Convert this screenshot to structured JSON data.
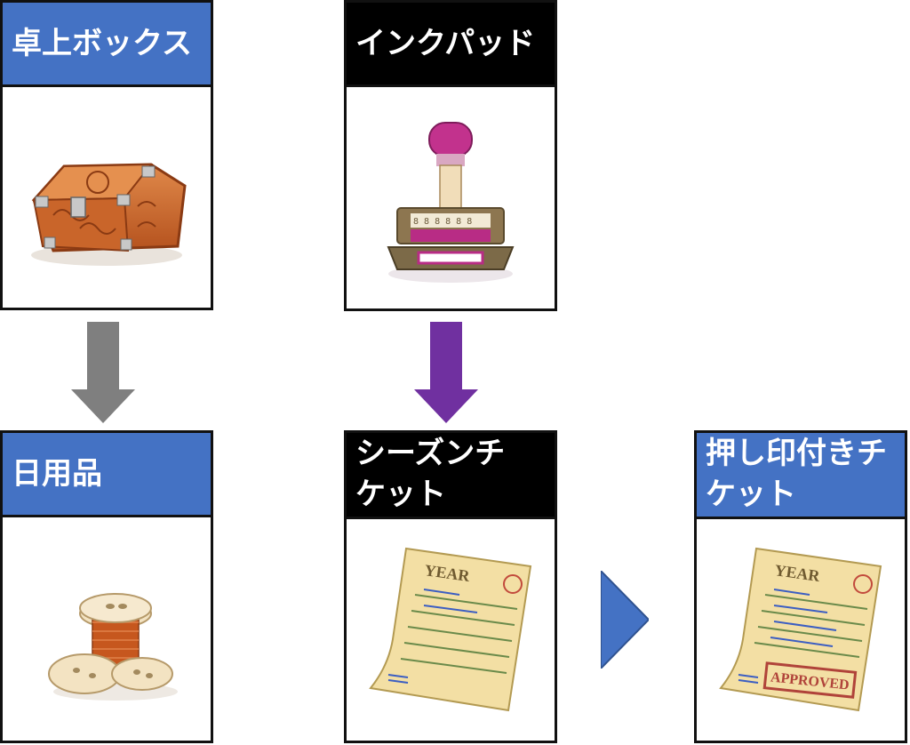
{
  "colors": {
    "blue_header": "#4472c4",
    "black_header": "#000000",
    "gray_arrow": "#7f7f7f",
    "purple_arrow": "#7030a0",
    "blue_arrow": "#4472c4"
  },
  "items": {
    "desk_box": {
      "label": "卓上ボックス",
      "icon": "treasure-chest-icon"
    },
    "ink_pad": {
      "label": "インクパッド",
      "icon": "date-stamper-icon"
    },
    "daily_goods": {
      "label": "日用品",
      "icon": "thread-spool-icon"
    },
    "season_ticket": {
      "label_line1": "シーズンチ",
      "label_line2": "ケット",
      "icon": "ticket-icon",
      "ticket_text": "YEAR"
    },
    "stamped_ticket": {
      "label_line1": "押し印付きチ",
      "label_line2": "ケット",
      "icon": "approved-ticket-icon",
      "ticket_text": "YEAR",
      "stamp_text": "APPROVED"
    }
  }
}
